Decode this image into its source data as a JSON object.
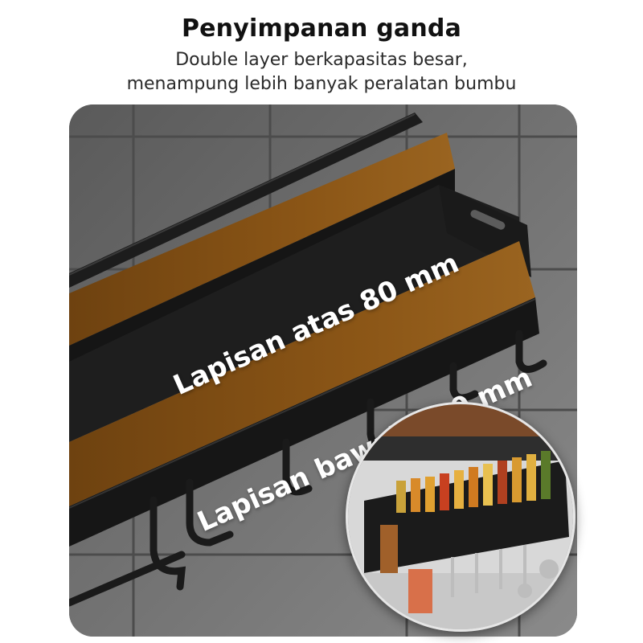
{
  "header": {
    "title": "Penyimpanan ganda",
    "subtitle_line1": "Double layer berkapasitas besar,",
    "subtitle_line2": "menampung lebih banyak peralatan bumbu"
  },
  "photo": {
    "label_top": "Lapisan atas 80 mm",
    "label_bottom": "Lapisan bawah 110 mm"
  },
  "colors": {
    "shelf_mat": "#8a5516",
    "rack_black": "#1a1a1a",
    "wall_tile": "#707070"
  }
}
